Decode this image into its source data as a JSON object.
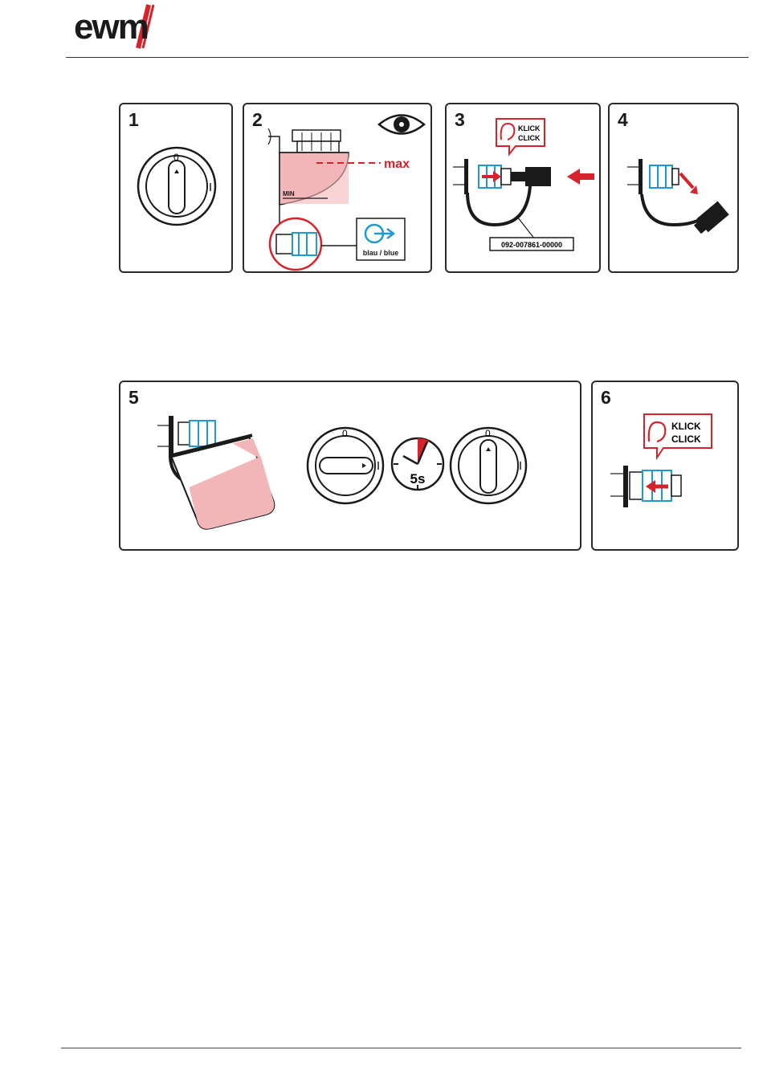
{
  "brand": {
    "logo_text": "ewm",
    "accent_color": "#d6222a"
  },
  "steps": [
    {
      "number": "1"
    },
    {
      "number": "2",
      "max_label": "max",
      "min_label": "MIN",
      "badge_label": "blau / blue",
      "icon": "eye-icon"
    },
    {
      "number": "3",
      "sound_label_1": "KLICK",
      "sound_label_2": "CLICK",
      "part_number": "092-007861-00000",
      "icon": "ear-icon"
    },
    {
      "number": "4"
    },
    {
      "number": "5",
      "timer_label": "5s",
      "switch_off_label": "0",
      "switch_on_label": "I"
    },
    {
      "number": "6",
      "sound_label_1": "KLICK",
      "sound_label_2": "CLICK",
      "icon": "ear-icon"
    }
  ],
  "switch_labels": {
    "off": "0",
    "on": "I"
  },
  "colors": {
    "red": "#d6222a",
    "pink": "#f3b6b8",
    "blue": "#1d9ad6",
    "dark": "#1a1a1a"
  }
}
